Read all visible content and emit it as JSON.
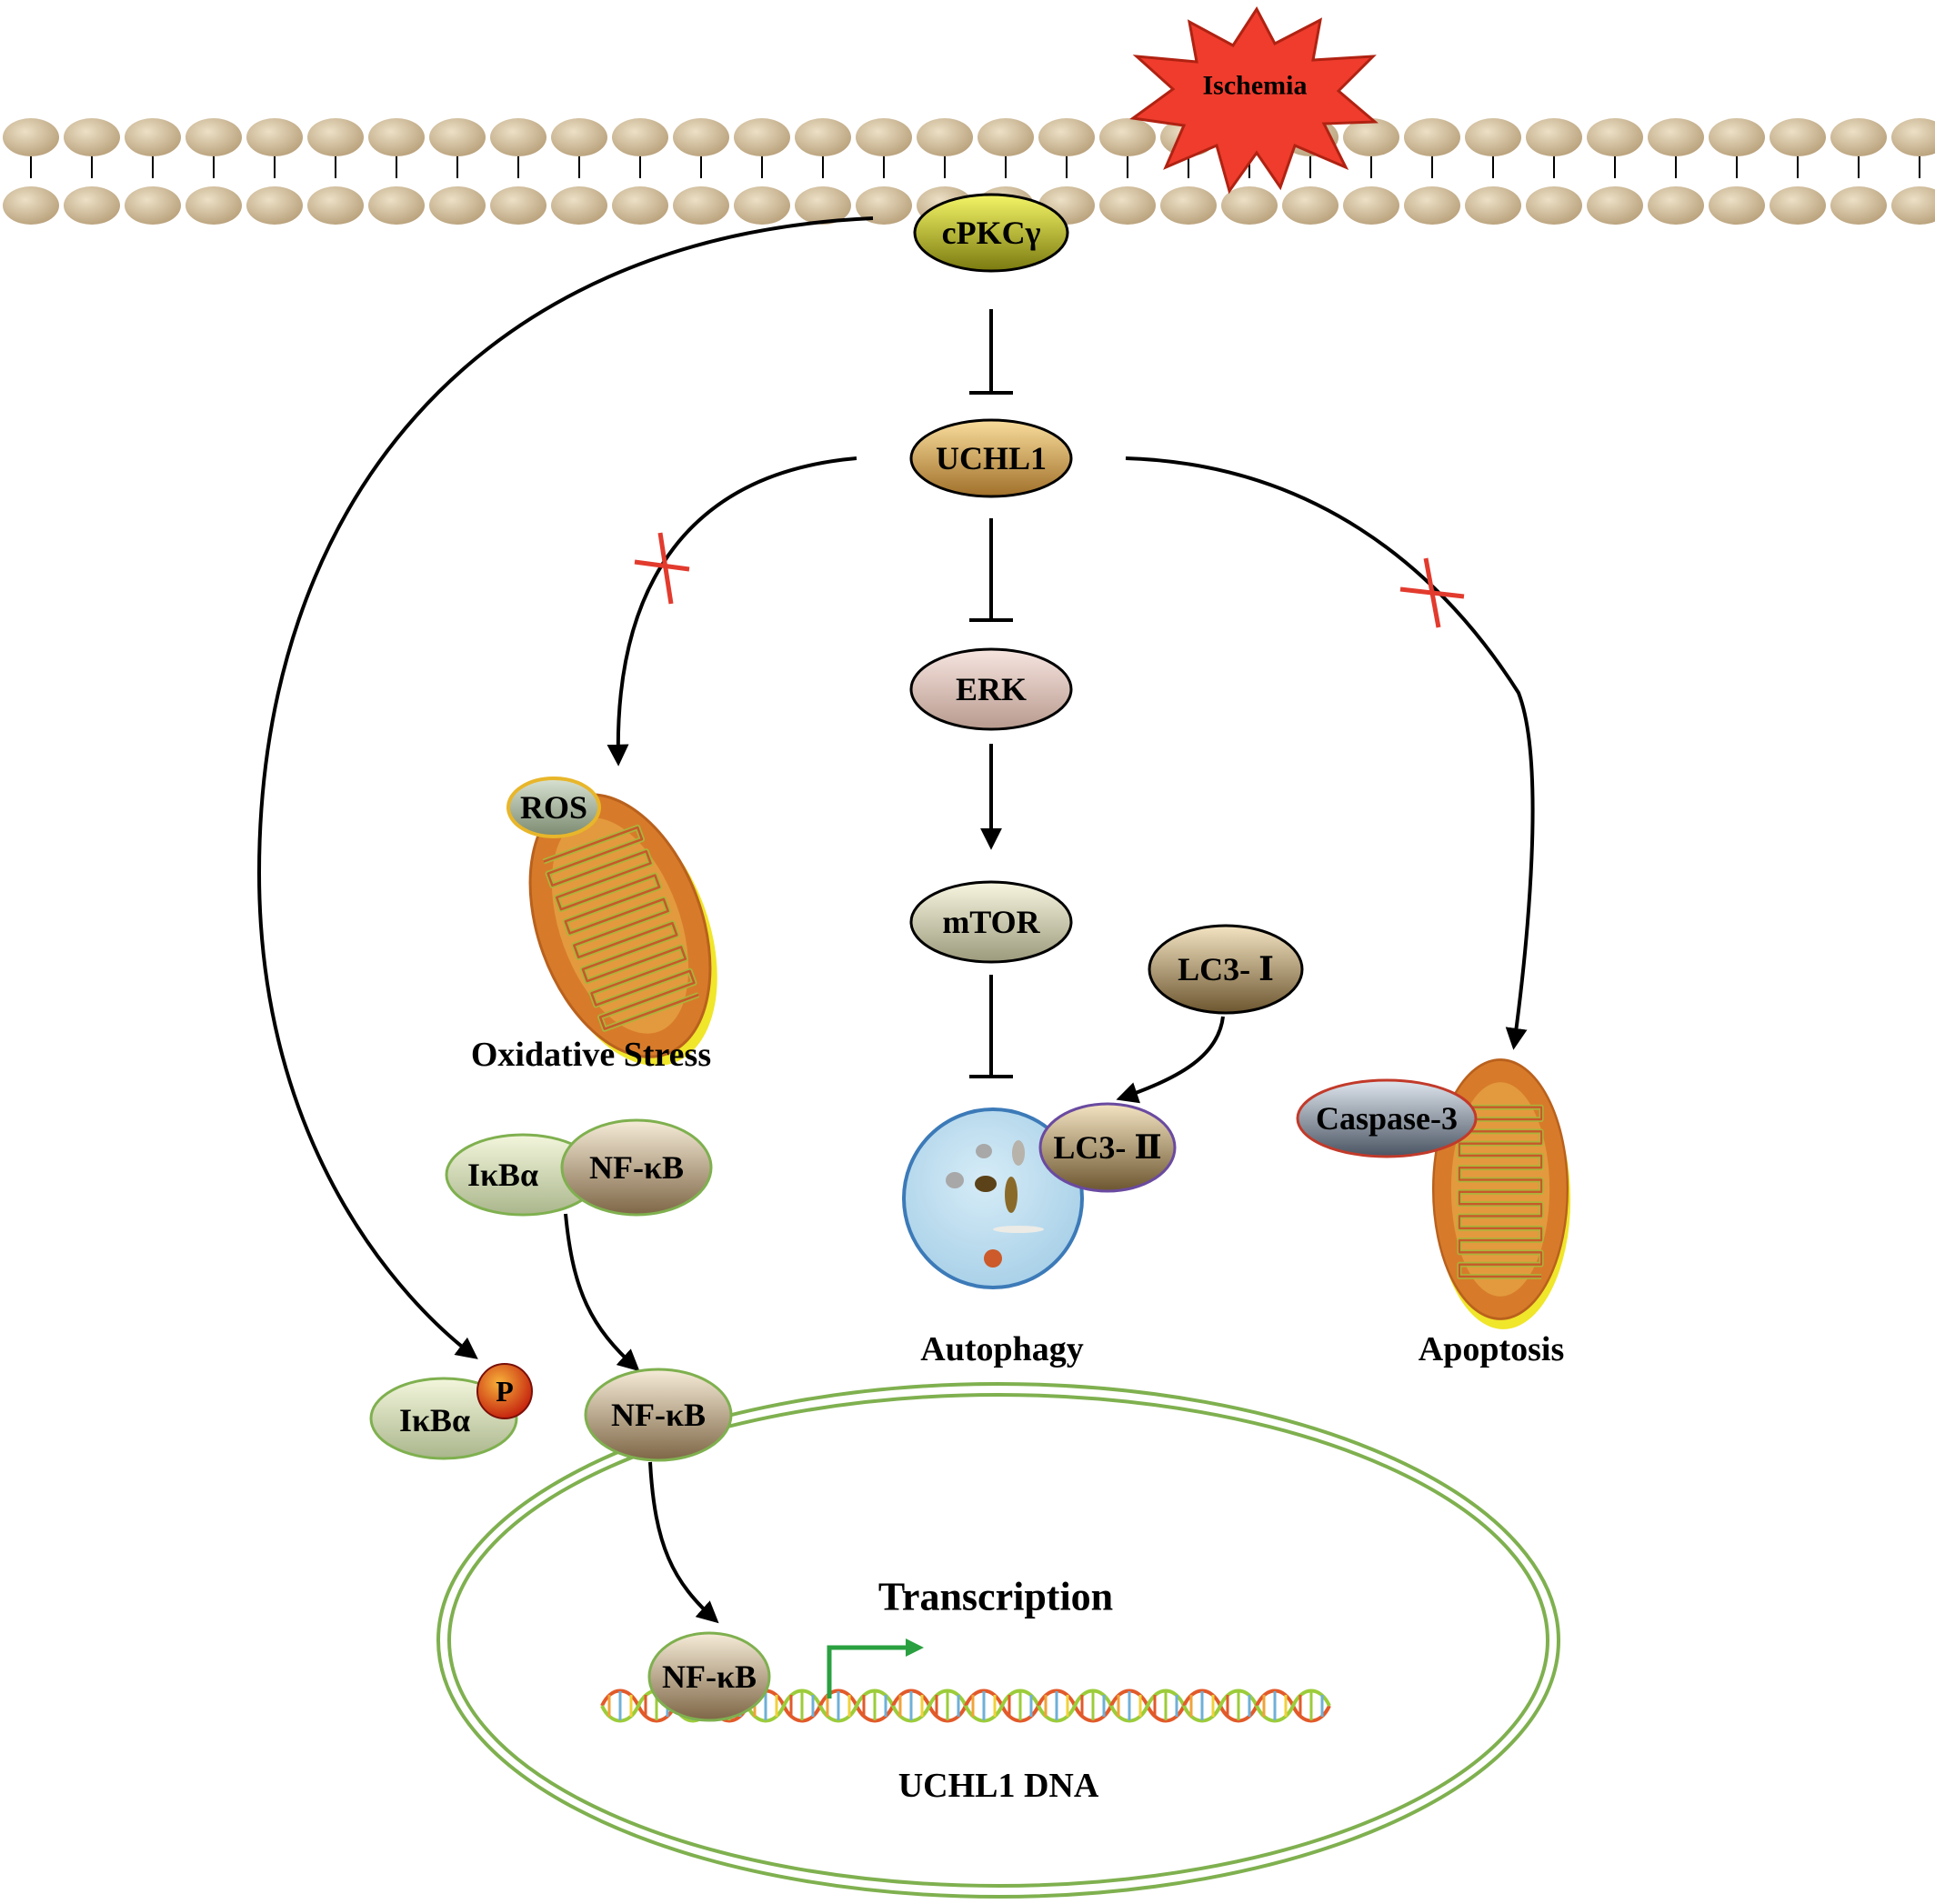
{
  "colors": {
    "membrane_head": "#cdb894",
    "ischemia_burst": "#ef3c2d",
    "block_mark": "#e23b2e",
    "mitochondrion_outer": "#d77b2a",
    "mitochondrion_inner": "#b0b83a",
    "mitochondrion_base": "#f0e62a",
    "nucleus_border": "#7fb04f",
    "phospho": "#d92a14",
    "transcription_arrow": "#2aa040",
    "autophagosome": "#bfe0f2"
  },
  "stimulus": {
    "label": "Ischemia"
  },
  "nodes": {
    "cpkc": "cPKCγ",
    "uchl1": "UCHL1",
    "erk": "ERK",
    "mtor": "mTOR",
    "lc3_i": "LC3- Ⅰ",
    "lc3_ii": "LC3- Ⅱ",
    "ros": "ROS",
    "caspase3": "Caspase-3",
    "ikba_complex": "IκBα",
    "nfkb_complex": "NF-κB",
    "ikba_free": "IκBα",
    "phospho": "P",
    "nfkb_free": "NF-κB",
    "nfkb_dna": "NF-κB"
  },
  "outcomes": {
    "oxidative_stress": "Oxidative Stress",
    "autophagy": "Autophagy",
    "apoptosis": "Apoptosis",
    "transcription": "Transcription",
    "uchl1_dna": "UCHL1 DNA"
  }
}
